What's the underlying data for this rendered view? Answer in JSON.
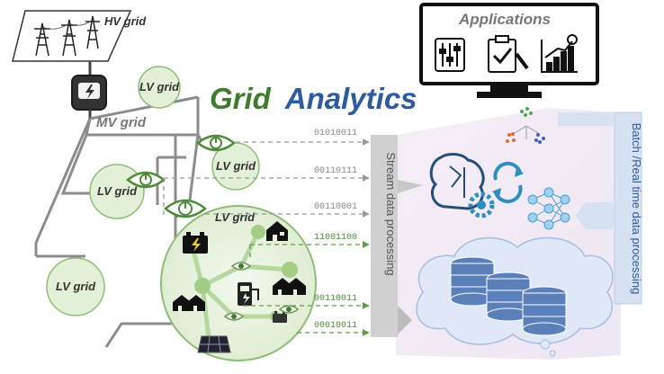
{
  "title": {
    "word1": "Grid",
    "word2": "Analytics"
  },
  "colors": {
    "green": "#3f7a2e",
    "blue": "#2e5a9e",
    "lv_fill": "#e3f0d8",
    "lv_stroke": "#8fbc78",
    "grid_line": "#8c8c8c",
    "cloud_fill": "#dfe8f7",
    "cloud_stroke": "#a9bde0"
  },
  "hv_grid": {
    "label": "HV grid"
  },
  "mv_grid": {
    "label": "MV grid"
  },
  "lv_grids": {
    "top": "LV grid",
    "right": "LV grid",
    "mid": "LV grid",
    "bottom": "LV grid",
    "big": "LV grid"
  },
  "applications": {
    "label": "Applications",
    "icons": [
      "sliders-icon",
      "clipboard-check-icon",
      "growth-chart-icon"
    ]
  },
  "stream_processing": {
    "label": "Stream data processing"
  },
  "batch_processing": {
    "label": "Batch /Real time data processing"
  },
  "data_codes": {
    "c1": "01010011",
    "c2": "00110111",
    "c3": "00110001",
    "c4": "11001100",
    "c5": "00110011",
    "c6": "00010011"
  }
}
